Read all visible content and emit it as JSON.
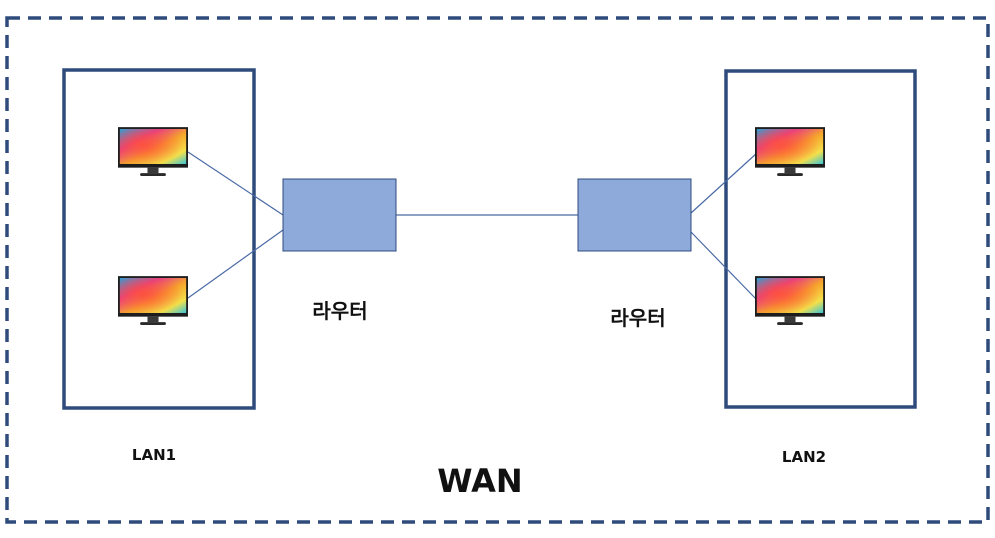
{
  "wan": {
    "label": "WAN",
    "border_color": "#2f4b7c"
  },
  "lans": [
    {
      "label": "LAN1",
      "computers": 2
    },
    {
      "label": "LAN2",
      "computers": 2
    }
  ],
  "routers": [
    {
      "label": "라우터"
    },
    {
      "label": "라우터"
    }
  ],
  "colors": {
    "lan_border": "#2f4b7c",
    "router_fill": "#8eaadb",
    "router_stroke": "#2f4b7c",
    "link": "#4a6aa5"
  },
  "icons": {
    "computer": "monitor-icon"
  }
}
